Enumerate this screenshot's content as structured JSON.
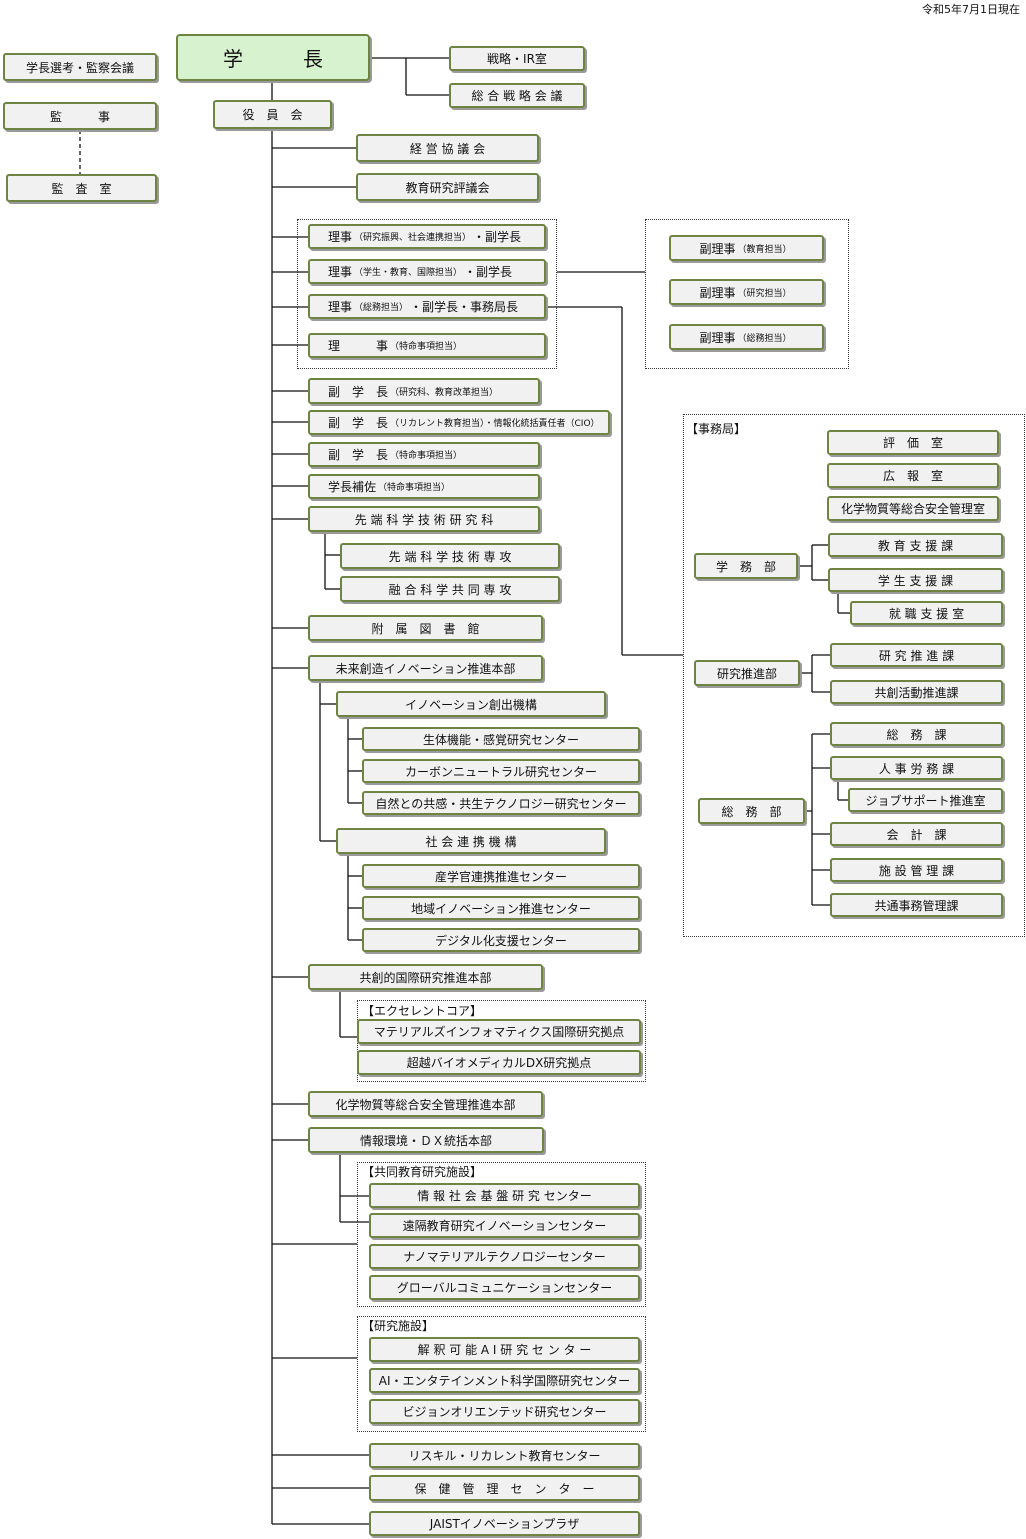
{
  "date": "令和5年7月1日現在",
  "top": {
    "president": "学　　　長",
    "selection_council": "学長選考・監察会議",
    "auditor": "監　　　事",
    "audit_office": "監　査　室",
    "strategy_ir": "戦略・IR室",
    "strategy_council": "総 合 戦 略 会 議",
    "board": "役　員　会",
    "mgmt_council": "経 営 協 議 会",
    "edu_council": "教育研究評議会"
  },
  "directors": {
    "d1_main": "理事",
    "d1_note": "（研究振興、社会連携担当）",
    "d1_tail": "・副学長",
    "d2_main": "理事",
    "d2_note": "（学生・教育、国際担当）",
    "d2_tail": "・副学長",
    "d3_main": "理事",
    "d3_note": "（総務担当）",
    "d3_tail": "・副学長・事務局長",
    "d4_main": "理　　　事",
    "d4_note": "（特命事項担当）"
  },
  "vice_directors": {
    "v1_main": "副理事",
    "v1_note": "（教育担当）",
    "v2_main": "副理事",
    "v2_note": "（研究担当）",
    "v3_main": "副理事",
    "v3_note": "（総務担当）"
  },
  "vps": {
    "vp1_main": "副　学　長",
    "vp1_note": "（研究科、教育改革担当）",
    "vp2_main": "副　学　長",
    "vp2_note": "（リカレント教育担当）・情報化統括責任者（CIO）",
    "vp3_main": "副　学　長",
    "vp3_note": "（特命事項担当）",
    "adv_main": "学長補佐",
    "adv_note": "（特命事項担当）"
  },
  "school": {
    "graduate": "先 端 科 学 技 術 研 究 科",
    "prog1": "先 端 科 学 技 術 専 攻",
    "prog2": "融 合 科 学 共 同 専 攻",
    "library": "附　属　図　書　館"
  },
  "future": {
    "hq": "未来創造イノベーション推進本部",
    "org1": "イノベーション創出機構",
    "c1": "生体機能・感覚研究センター",
    "c2": "カーボンニュートラル研究センター",
    "c3": "自然との共感・共生テクノロジー研究センター",
    "org2": "社 会 連 携 機 構",
    "c4": "産学官連携推進センター",
    "c5": "地域イノベーション推進センター",
    "c6": "デジタル化支援センター"
  },
  "intl": {
    "hq": "共創的国際研究推進本部",
    "group_label": "【エクセレントコア】",
    "e1": "マテリアルズインフォマティクス国際研究拠点",
    "e2": "超越バイオメディカルDX研究拠点"
  },
  "chem_hq": "化学物質等総合安全管理推進本部",
  "infodx": {
    "hq": "情報環境・ＤＸ統括本部",
    "joint_label": "【共同教育研究施設】",
    "j1": "情 報 社 会 基 盤 研 究 センター",
    "j2": "遠隔教育研究イノベーションセンター",
    "j3": "ナノマテリアルテクノロジーセンター",
    "j4": "グローバルコミュニケーションセンター",
    "research_label": "【研究施設】",
    "r1": "解 釈 可 能 A I 研 究 セ ン タ ー",
    "r2": "AI・エンタテインメント科学国際研究センター",
    "r3": "ビジョンオリエンテッド研究センター"
  },
  "bottom": {
    "reskill": "リスキル・リカレント教育センター",
    "health": "保　健　管　理　セ　ン　タ　ー",
    "plaza": "JAISTイノベーションプラザ"
  },
  "secretariat": {
    "label": "【事務局】",
    "evaluation": "評　価　室",
    "pr": "広　報　室",
    "chem_office": "化学物質等総合安全管理室",
    "academic": "学　務　部",
    "edu_support": "教 育 支 援 課",
    "student_support": "学 生 支 援 課",
    "career": "就 職 支 援 室",
    "research_promo": "研究推進部",
    "research_div": "研 究 推 進 課",
    "cocreation": "共創活動推進課",
    "general": "総　務　部",
    "general_div": "総　務　課",
    "hr": "人 事 労 務 課",
    "job_support": "ジョブサポート推進室",
    "accounting": "会　計　課",
    "facilities": "施 設 管 理 課",
    "shared": "共通事務管理課"
  }
}
